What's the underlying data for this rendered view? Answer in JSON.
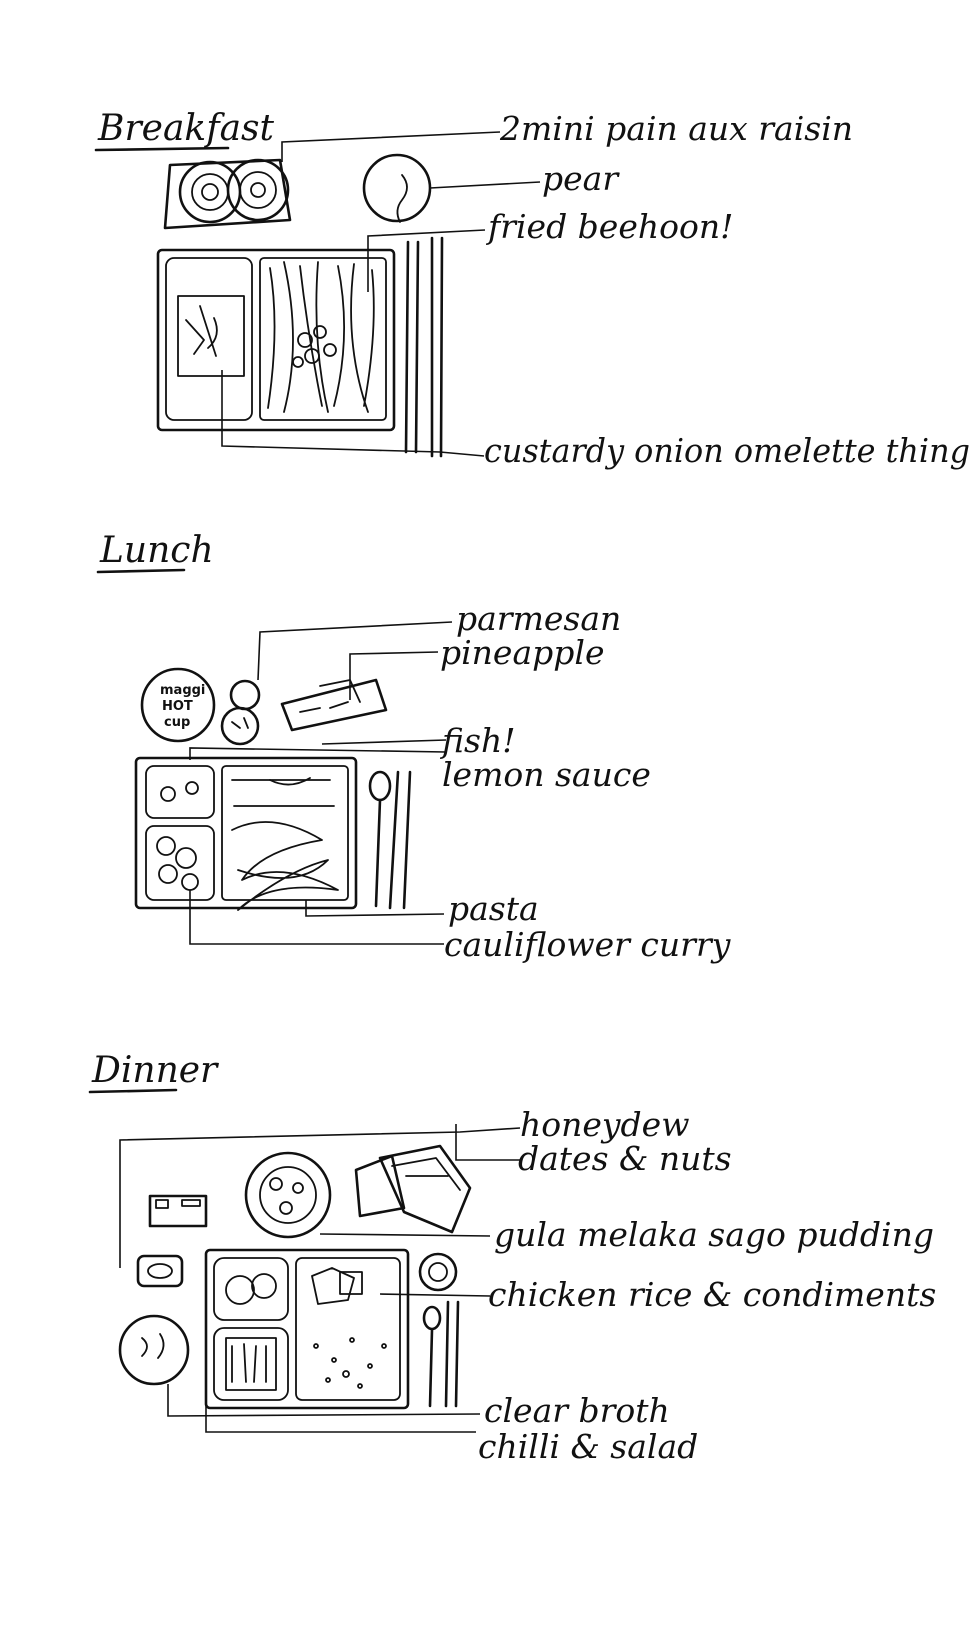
{
  "sections": {
    "breakfast": {
      "heading": "Breakfast",
      "labels": [
        "2mini pain aux raisin",
        "pear",
        "fried beehoon!",
        "custardy onion omelette thing"
      ]
    },
    "lunch": {
      "heading": "Lunch",
      "cup_text": [
        "maggi",
        "HOT",
        "cup"
      ],
      "labels": [
        "parmesan",
        "pineapple",
        "fish!",
        "lemon sauce",
        "pasta",
        "cauliflower curry"
      ]
    },
    "dinner": {
      "heading": "Dinner",
      "labels": [
        "honeydew",
        "dates & nuts",
        "gula melaka sago pudding",
        "chicken rice & condiments",
        "clear broth",
        "chilli & salad"
      ]
    }
  }
}
